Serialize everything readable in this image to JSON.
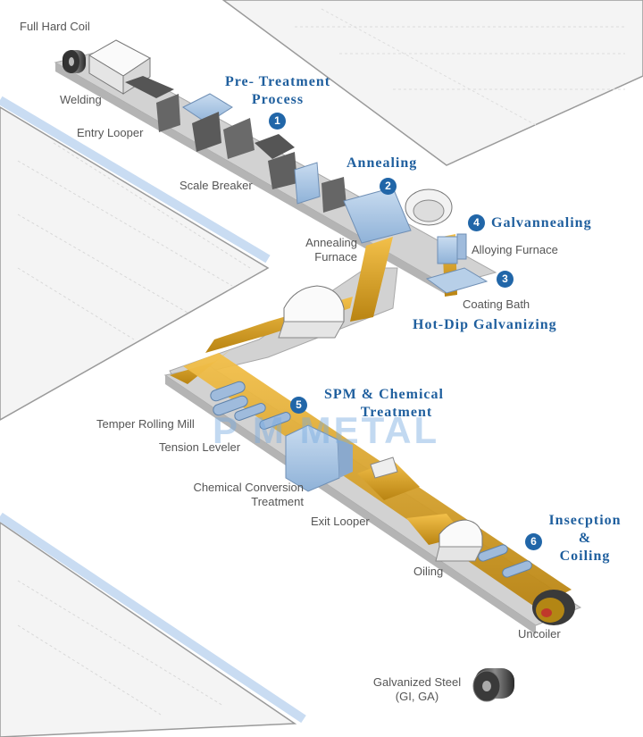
{
  "labels": {
    "full_hard_coil": "Full Hard Coil",
    "welding": "Welding",
    "entry_looper": "Entry Looper",
    "scale_breaker": "Scale Breaker",
    "annealing_furnace_line1": "Annealing",
    "annealing_furnace_line2": "Furnace",
    "alloying_furnace": "Alloying Furnace",
    "coating_bath": "Coating Bath",
    "temper_rolling_mill": "Temper Rolling Mill",
    "tension_leveler": "Tension Leveler",
    "chemical_conversion_line1": "Chemical Conversion",
    "chemical_conversion_line2": "Treatment",
    "exit_looper": "Exit Looper",
    "oiling": "Oiling",
    "uncoiler": "Uncoiler",
    "galvanized_steel_line1": "Galvanized Steel",
    "galvanized_steel_line2": "(GI, GA)"
  },
  "steps": {
    "pretreatment_line1": "Pre- Treatment",
    "pretreatment_line2": "Process",
    "pretreatment_num": "1",
    "annealing": "Annealing",
    "annealing_num": "2",
    "hot_dip": "Hot-Dip Galvanizing",
    "hot_dip_num": "3",
    "galvannealing": "Galvannealing",
    "galvannealing_num": "4",
    "spm_line1": "SPM & Chemical",
    "spm_line2": "Treatment",
    "spm_num": "5",
    "inspection_line1": "Insecption",
    "inspection_line2": "&",
    "inspection_line3": "Coiling",
    "inspection_num": "6"
  },
  "watermark": "P M METAL",
  "colors": {
    "strip": "#e2a82a",
    "machine_blue": "#a9c6e6",
    "platform": "#c8c8c8",
    "step_text": "#1f5f9e",
    "badge": "#2166a8"
  }
}
